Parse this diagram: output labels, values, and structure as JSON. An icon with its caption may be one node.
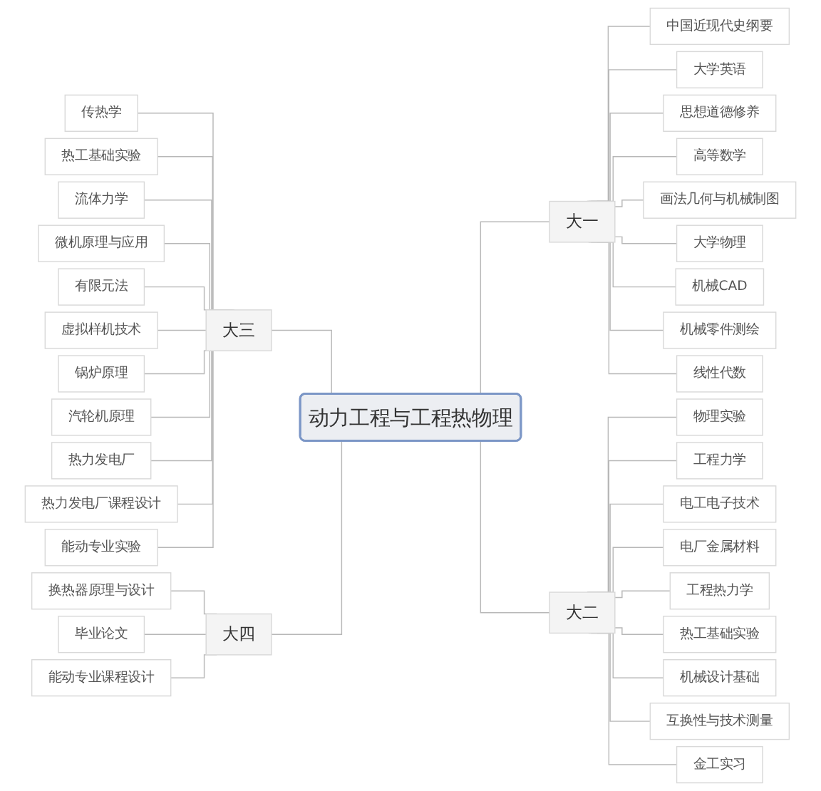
{
  "diagram": {
    "nodes": [
      {
        "text": [
          "动力工程与工程热物理"
        ]
      },
      {
        "text": [
          "大一"
        ]
      },
      {
        "text": [
          "中国近现代史纲要"
        ]
      },
      {
        "text": [
          "大学英语"
        ]
      },
      {
        "text": [
          "思想道德修养"
        ]
      },
      {
        "text": [
          "高等数学"
        ]
      },
      {
        "text": [
          "画法几何与机械制图"
        ]
      },
      {
        "text": [
          "大学物理"
        ]
      },
      {
        "text": [
          "机械CAD"
        ]
      },
      {
        "text": [
          "机械零件测绘"
        ]
      },
      {
        "text": [
          "线性代数"
        ]
      },
      {
        "text": [
          "大二"
        ]
      },
      {
        "text": [
          "物理实验"
        ]
      },
      {
        "text": [
          "工程力学"
        ]
      },
      {
        "text": [
          "电工电子技术"
        ]
      },
      {
        "text": [
          "电厂金属材料"
        ]
      },
      {
        "text": [
          "工程热力学"
        ]
      },
      {
        "text": [
          "热工基础实验"
        ]
      },
      {
        "text": [
          "机械设计基础"
        ]
      },
      {
        "text": [
          "互换性与技术测量"
        ]
      },
      {
        "text": [
          "金工实习"
        ]
      },
      {
        "text": [
          "大三"
        ]
      },
      {
        "text": [
          "传热学"
        ]
      },
      {
        "text": [
          "热工基础实验"
        ]
      },
      {
        "text": [
          "流体力学"
        ]
      },
      {
        "text": [
          "微机原理与应用"
        ]
      },
      {
        "text": [
          "有限元法"
        ]
      },
      {
        "text": [
          "虚拟样机技术"
        ]
      },
      {
        "text": [
          "锅炉原理"
        ]
      },
      {
        "text": [
          "汽轮机原理"
        ]
      },
      {
        "text": [
          "热力发电厂"
        ]
      },
      {
        "text": [
          "热力发电厂课程设计"
        ]
      },
      {
        "text": [
          "能动专业实验"
        ]
      },
      {
        "text": [
          "大四"
        ]
      },
      {
        "text": [
          "换热器原理与设计"
        ]
      },
      {
        "text": [
          "毕业论文"
        ]
      },
      {
        "text": [
          "能动专业课程设计"
        ]
      }
    ],
    "edges": [
      {
        "from": 0,
        "to": 1,
        "arrow": "none"
      },
      {
        "from": 1,
        "to": 2,
        "arrow": "none"
      },
      {
        "from": 1,
        "to": 3,
        "arrow": "none"
      },
      {
        "from": 1,
        "to": 4,
        "arrow": "none"
      },
      {
        "from": 1,
        "to": 5,
        "arrow": "none"
      },
      {
        "from": 1,
        "to": 6,
        "arrow": "none"
      },
      {
        "from": 1,
        "to": 7,
        "arrow": "none"
      },
      {
        "from": 1,
        "to": 8,
        "arrow": "none"
      },
      {
        "from": 1,
        "to": 9,
        "arrow": "none"
      },
      {
        "from": 1,
        "to": 10,
        "arrow": "none"
      },
      {
        "from": 0,
        "to": 11,
        "arrow": "none"
      },
      {
        "from": 11,
        "to": 12,
        "arrow": "none"
      },
      {
        "from": 11,
        "to": 13,
        "arrow": "none"
      },
      {
        "from": 11,
        "to": 14,
        "arrow": "none"
      },
      {
        "from": 11,
        "to": 15,
        "arrow": "none"
      },
      {
        "from": 11,
        "to": 16,
        "arrow": "none"
      },
      {
        "from": 11,
        "to": 17,
        "arrow": "none"
      },
      {
        "from": 11,
        "to": 18,
        "arrow": "none"
      },
      {
        "from": 11,
        "to": 19,
        "arrow": "none"
      },
      {
        "from": 11,
        "to": 20,
        "arrow": "none"
      },
      {
        "from": 21,
        "to": 0,
        "arrow": "none"
      },
      {
        "from": 22,
        "to": 21,
        "arrow": "none"
      },
      {
        "from": 23,
        "to": 21,
        "arrow": "none"
      },
      {
        "from": 24,
        "to": 21,
        "arrow": "none"
      },
      {
        "from": 25,
        "to": 21,
        "arrow": "none"
      },
      {
        "from": 26,
        "to": 21,
        "arrow": "none"
      },
      {
        "from": 27,
        "to": 21,
        "arrow": "none"
      },
      {
        "from": 28,
        "to": 21,
        "arrow": "none"
      },
      {
        "from": 29,
        "to": 21,
        "arrow": "none"
      },
      {
        "from": 30,
        "to": 21,
        "arrow": "none"
      },
      {
        "from": 31,
        "to": 21,
        "arrow": "none"
      },
      {
        "from": 32,
        "to": 21,
        "arrow": "none"
      },
      {
        "from": 33,
        "to": 0,
        "arrow": "none"
      },
      {
        "from": 34,
        "to": 33,
        "arrow": "none"
      },
      {
        "from": 35,
        "to": 33,
        "arrow": "none"
      },
      {
        "from": 36,
        "to": 33,
        "arrow": "none"
      }
    ]
  }
}
